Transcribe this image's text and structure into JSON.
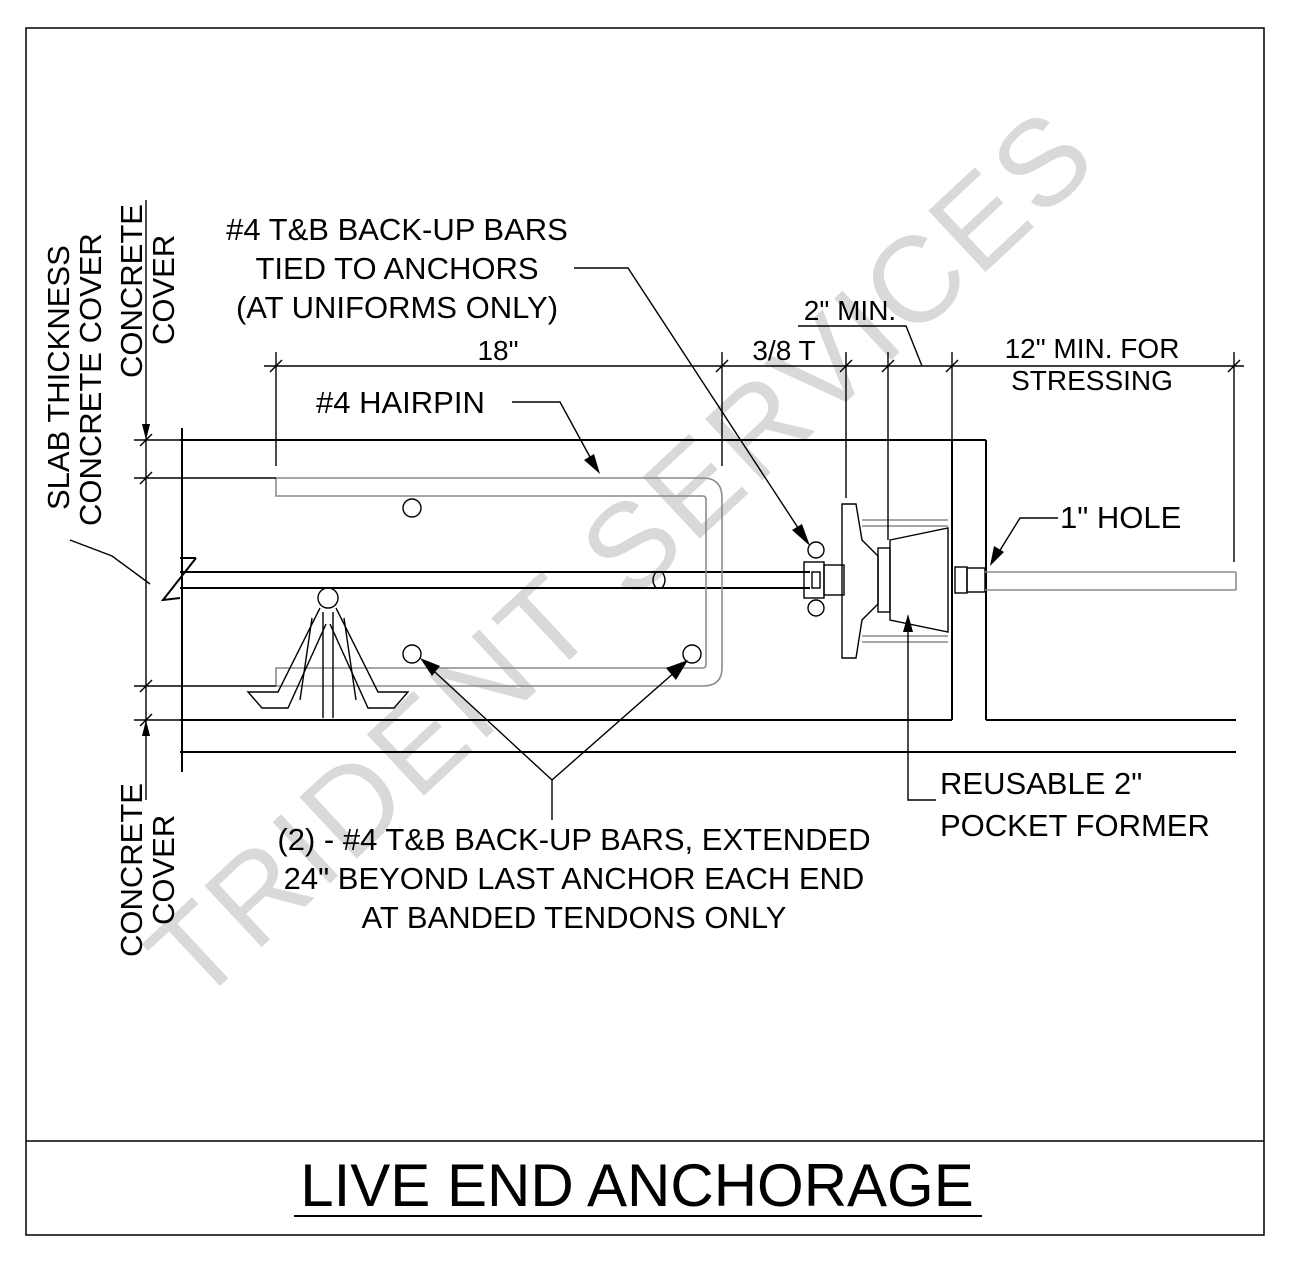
{
  "title": "LIVE END ANCHORAGE",
  "watermark": "TRIDENT SERVICES",
  "labels": {
    "backup_bars_top": [
      "#4 T&B BACK-UP BARS",
      "TIED TO ANCHORS",
      "(AT UNIFORMS ONLY)"
    ],
    "hairpin": "#4 HAIRPIN",
    "backup_bars_bottom": [
      "(2) - #4 T&B BACK-UP BARS, EXTENDED",
      "24\" BEYOND LAST ANCHOR EACH END",
      "AT BANDED TENDONS ONLY"
    ],
    "pocket_former": [
      "REUSABLE 2\"",
      "POCKET FORMER"
    ],
    "hole": "1\" HOLE",
    "stressing": [
      "12\" MIN. FOR",
      "STRESSING"
    ],
    "two_min": "2\" MIN.",
    "three_eighths": "3/8 T",
    "eighteen": "18\"",
    "slab_thickness": "SLAB THICKNESS",
    "concrete_cover_left": "CONCRETE COVER",
    "concrete_cover_top": [
      "CONCRETE",
      "COVER"
    ],
    "concrete_cover_bottom": [
      "CONCRETE",
      "COVER"
    ]
  }
}
